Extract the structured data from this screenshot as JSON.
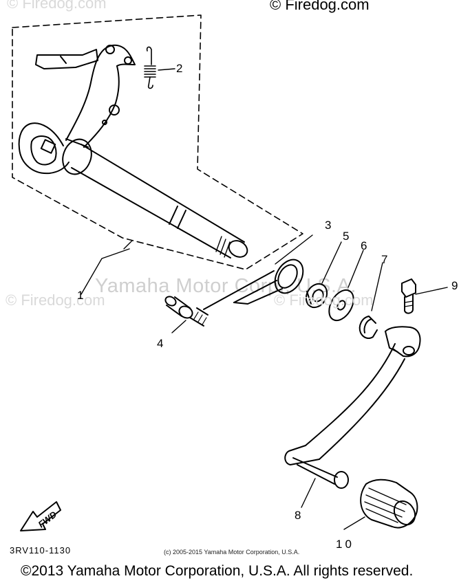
{
  "watermarks": {
    "top_right": "© Firedog.com",
    "faint_top_left": "© Firedog.com",
    "faint_mid_left": "© Firedog.com",
    "center": "Yamaha Motor Corp., U.S.A.",
    "faint_center_right": "© Firedog.com"
  },
  "diagram": {
    "callouts": [
      "1",
      "2",
      "3",
      "4",
      "5",
      "6",
      "7",
      "8",
      "9",
      "10"
    ],
    "fwd_label": "FWD",
    "catalog_code": "3RV110-1130"
  },
  "footer": {
    "small_copyright": "(c) 2005-2015 Yamaha Motor Corporation, U.S.A.",
    "copyright": "©2013 Yamaha Motor Corporation, U.S.A. All rights reserved."
  }
}
